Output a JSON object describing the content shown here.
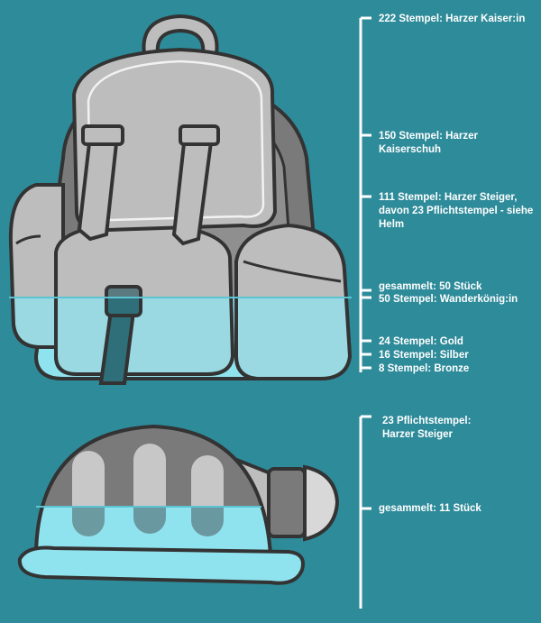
{
  "colors": {
    "background": "#2e8b9a",
    "fill_level": "#8fe3ef",
    "fill_level_dark": "#5cc3d3",
    "outline": "#333333",
    "scale": "#ffffff"
  },
  "backpack": {
    "icon": "backpack-icon",
    "collected_fraction": 0.225,
    "labels": {
      "kaiser": "222 Stempel: Harzer Kaiser:in",
      "kaiserschuh": "150 Stempel: Harzer Kaiserschuh",
      "steiger": "111 Stempel: Harzer Steiger,\ndavon 23 Pflichtstempel - siehe\nHelm",
      "collected": "gesammelt: 50 Stück",
      "wanderkoenig": "50 Stempel: Wanderkönig:in",
      "gold": "24 Stempel: Gold",
      "silber": "16 Stempel: Silber",
      "bronze": "8 Stempel: Bronze"
    }
  },
  "helmet": {
    "icon": "miner-helmet-icon",
    "collected_fraction": 0.478,
    "labels": {
      "pflicht": "23 Pflichtstempel:\nHarzer Steiger",
      "collected": "gesammelt: 11 Stück"
    }
  }
}
